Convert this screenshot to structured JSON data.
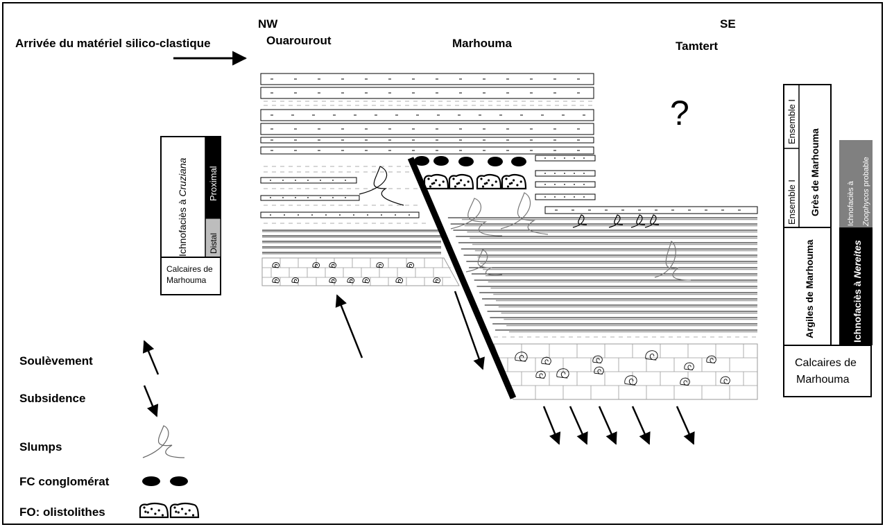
{
  "orientation": {
    "nw": "NW",
    "se": "SE"
  },
  "header": {
    "arrival": "Arrivée du matériel silico-clastique"
  },
  "localities": {
    "ouarourout": "Ouarourout",
    "marhouma": "Marhouma",
    "tamtert": "Tamtert",
    "unknown": "?"
  },
  "left_column": {
    "ichno": "Ichnofaciès à",
    "ichno_genus": "Cruziana",
    "proximal": "Proximal",
    "distal": "Distal",
    "calcaires_line1": "Calcaires de",
    "calcaires_line2": "Marhouma"
  },
  "right_column": {
    "ensemble1": "Ensemble I",
    "ensemble2": "Ensemble I",
    "gres": "Grès de Marhouma",
    "argiles": "Argiles de Marhouma",
    "calcaires_line1": "Calcaires de",
    "calcaires_line2": "Marhouma",
    "zoo_line1": "Ichnofaciès à",
    "zoo_genus": "Zoophycos",
    "zoo_suffix": "probable",
    "nereites_prefix": "Ichnofaciès à",
    "nereites_genus": "Nereites"
  },
  "legend": {
    "soulevement": "Soulèvement",
    "subsidence": "Subsidence",
    "slumps": "Slumps",
    "fc": "FC conglomérat",
    "fo": "FO: olistolithes"
  },
  "colors": {
    "ink": "#000000",
    "grey_fill": "#808080",
    "light_grey": "#bdbdbd",
    "line_grey": "#9a9a9a"
  }
}
